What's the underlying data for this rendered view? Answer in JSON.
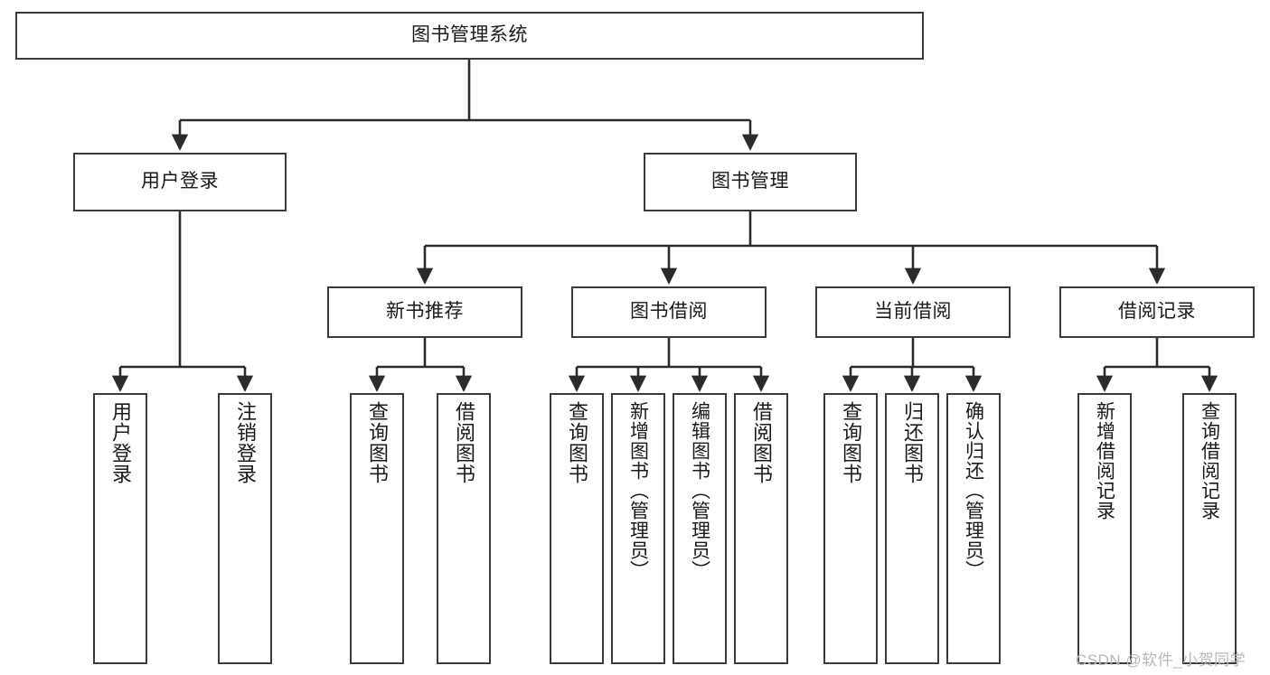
{
  "diagram": {
    "type": "tree-hierarchy",
    "title": "图书管理系统",
    "watermark": "CSDN @软件_小贺同学",
    "colors": {
      "box_border": "#3b3b3b",
      "box_fill": "#ffffff",
      "edge": "#2b2b2b",
      "text": "#1a1a1a",
      "watermark": "#b9b9b9",
      "background": "#ffffff"
    },
    "nodes": {
      "root": {
        "label": "图书管理系统",
        "level": 1,
        "orientation": "horizontal"
      },
      "user_login": {
        "label": "用户登录",
        "level": 2,
        "orientation": "horizontal"
      },
      "book_manage": {
        "label": "图书管理",
        "level": 2,
        "orientation": "horizontal"
      },
      "new_book_rec": {
        "label": "新书推荐",
        "level": 3,
        "orientation": "horizontal"
      },
      "book_borrow": {
        "label": "图书借阅",
        "level": 3,
        "orientation": "horizontal"
      },
      "current_borrow": {
        "label": "当前借阅",
        "level": 3,
        "orientation": "horizontal"
      },
      "borrow_record": {
        "label": "借阅记录",
        "level": 3,
        "orientation": "horizontal"
      },
      "leaf_user_login": {
        "label": "用户登录",
        "level": 3,
        "orientation": "vertical"
      },
      "leaf_user_logout": {
        "label": "注销登录",
        "level": 3,
        "orientation": "vertical"
      },
      "leaf_rec_query": {
        "label": "查询图书",
        "level": 4,
        "orientation": "vertical"
      },
      "leaf_rec_borrow": {
        "label": "借阅图书",
        "level": 4,
        "orientation": "vertical"
      },
      "leaf_borrow_query": {
        "label": "查询图书",
        "level": 4,
        "orientation": "vertical"
      },
      "leaf_borrow_add": {
        "label": "新增图书（管理员）",
        "level": 4,
        "orientation": "vertical"
      },
      "leaf_borrow_edit": {
        "label": "编辑图书（管理员）",
        "level": 4,
        "orientation": "vertical"
      },
      "leaf_borrow_lend": {
        "label": "借阅图书",
        "level": 4,
        "orientation": "vertical"
      },
      "leaf_cur_query": {
        "label": "查询图书",
        "level": 4,
        "orientation": "vertical"
      },
      "leaf_cur_return": {
        "label": "归还图书",
        "level": 4,
        "orientation": "vertical"
      },
      "leaf_cur_confirm": {
        "label": "确认归还（管理员）",
        "level": 4,
        "orientation": "vertical"
      },
      "leaf_rec_add": {
        "label": "新增借阅记录",
        "level": 4,
        "orientation": "vertical"
      },
      "leaf_rec_query2": {
        "label": "查询借阅记录",
        "level": 4,
        "orientation": "vertical"
      }
    },
    "edges": [
      {
        "from": "root",
        "to": "user_login"
      },
      {
        "from": "root",
        "to": "book_manage"
      },
      {
        "from": "user_login",
        "to": "leaf_user_login"
      },
      {
        "from": "user_login",
        "to": "leaf_user_logout"
      },
      {
        "from": "book_manage",
        "to": "new_book_rec"
      },
      {
        "from": "book_manage",
        "to": "book_borrow"
      },
      {
        "from": "book_manage",
        "to": "current_borrow"
      },
      {
        "from": "book_manage",
        "to": "borrow_record"
      },
      {
        "from": "new_book_rec",
        "to": "leaf_rec_query"
      },
      {
        "from": "new_book_rec",
        "to": "leaf_rec_borrow"
      },
      {
        "from": "book_borrow",
        "to": "leaf_borrow_query"
      },
      {
        "from": "book_borrow",
        "to": "leaf_borrow_add"
      },
      {
        "from": "book_borrow",
        "to": "leaf_borrow_edit"
      },
      {
        "from": "book_borrow",
        "to": "leaf_borrow_lend"
      },
      {
        "from": "current_borrow",
        "to": "leaf_cur_query"
      },
      {
        "from": "current_borrow",
        "to": "leaf_cur_return"
      },
      {
        "from": "current_borrow",
        "to": "leaf_cur_confirm"
      },
      {
        "from": "borrow_record",
        "to": "leaf_rec_add"
      },
      {
        "from": "borrow_record",
        "to": "leaf_rec_query2"
      }
    ]
  }
}
